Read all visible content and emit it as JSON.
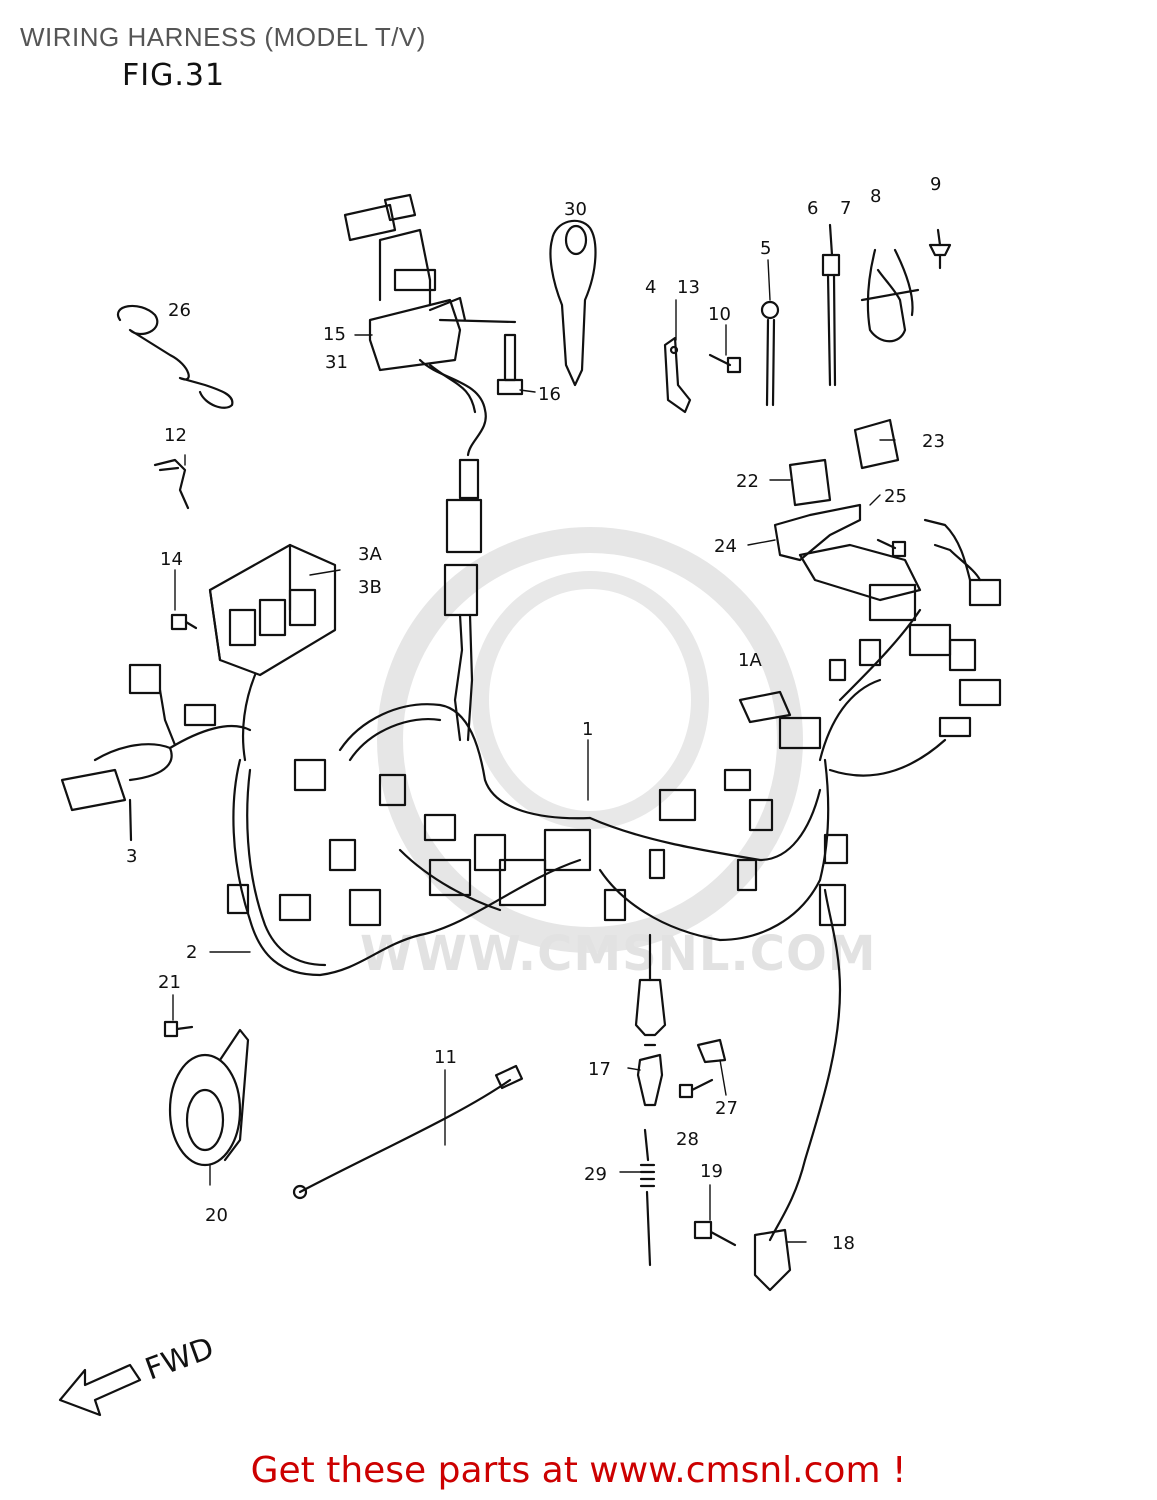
{
  "header": {
    "title": "WIRING HARNESS (MODEL T/V)",
    "figure": "FIG.31"
  },
  "diagram": {
    "watermark": "WWW.CMSNL.COM",
    "direction_label": "FWD",
    "callouts": [
      "1",
      "1A",
      "2",
      "3",
      "3A",
      "3B",
      "4",
      "13",
      "5",
      "6",
      "7",
      "8",
      "9",
      "10",
      "11",
      "12",
      "14",
      "15",
      "31",
      "16",
      "17",
      "18",
      "19",
      "20",
      "21",
      "22",
      "23",
      "24",
      "25",
      "26",
      "27",
      "28",
      "29",
      "30"
    ]
  },
  "footer": {
    "cta": "Get these parts at www.cmsnl.com !"
  },
  "colors": {
    "line": "#111111",
    "footer_text": "#cc0000",
    "watermark": "#e2e2e2"
  }
}
